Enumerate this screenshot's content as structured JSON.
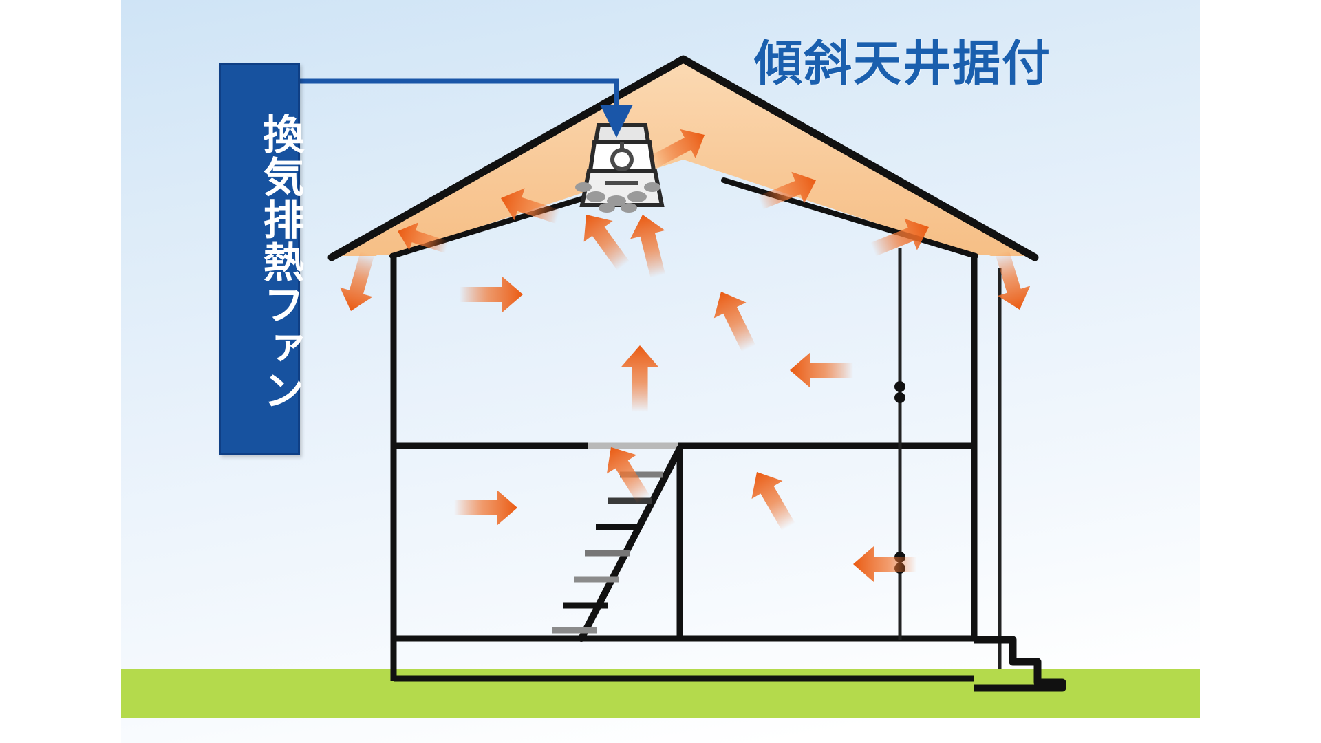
{
  "diagram": {
    "title": "傾斜天井据付",
    "callout_label": "換気排熱ファン",
    "title_color": "#1a5fae",
    "label_bg_color": "#17529f",
    "label_text_color": "#ffffff",
    "arrow_color": "#ef6117",
    "attic_color": "#f8cb9c",
    "grass_color": "#b4da4c",
    "sky_color": "#cfe4f6",
    "outline_color": "#111111",
    "fan_color": "#c9c9c9",
    "connector_color": "#1a56a8"
  },
  "chart_data": {
    "type": "diagram",
    "title": "傾斜天井据付",
    "subject": "換気排熱ファン",
    "elements": [
      {
        "name": "roof-attic",
        "label": "傾斜天井",
        "color": "#f8cb9c"
      },
      {
        "name": "ventilation-fan",
        "label": "換気排熱ファン",
        "color": "#c9c9c9"
      },
      {
        "name": "ground",
        "label": "地面",
        "color": "#b4da4c"
      },
      {
        "name": "airflow-arrows",
        "label": "空気の流れ",
        "color": "#ef6117",
        "count": 18
      }
    ]
  },
  "arrows": {
    "attic_right_1": "",
    "attic_right_2": "",
    "attic_left_1": "",
    "eave_left": "",
    "eave_right": ""
  }
}
